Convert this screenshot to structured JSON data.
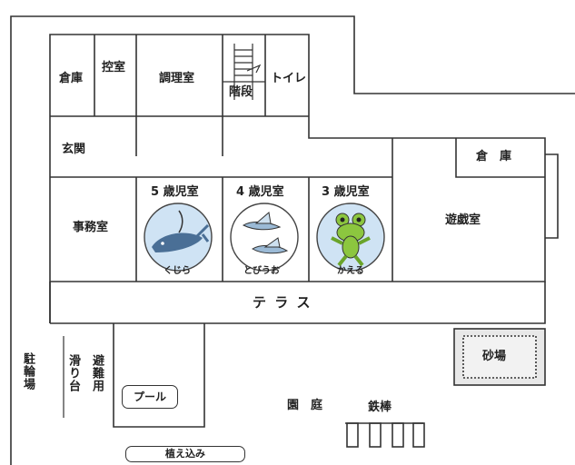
{
  "rooms": {
    "storage_left": "倉庫",
    "waiting_room": "控室",
    "kitchen": "調理室",
    "stairs": "階段",
    "toilet": "トイレ",
    "entrance": "玄関",
    "storage_right": "倉　庫",
    "office": "事務室",
    "class_5": "5 歳児室",
    "class_4": "4 歳児室",
    "class_3": "3 歳児室",
    "playroom": "遊戯室",
    "terrace": "テ ラ ス",
    "sandbox": "砂場"
  },
  "outdoor": {
    "bicycle_parking": "駐輪場",
    "slide": "滑り台",
    "evacuation": "避難用",
    "pool": "プール",
    "garden": "園　庭",
    "iron_bar": "鉄棒",
    "planting": "植え込み"
  },
  "mascots": {
    "class_5": "くじら",
    "class_4": "とびうお",
    "class_3": "かえる"
  },
  "colors": {
    "line": "#333333",
    "mascot_bg": "#cfe3f4",
    "frog": "#8cc63f",
    "whale": "#4a6f96"
  }
}
